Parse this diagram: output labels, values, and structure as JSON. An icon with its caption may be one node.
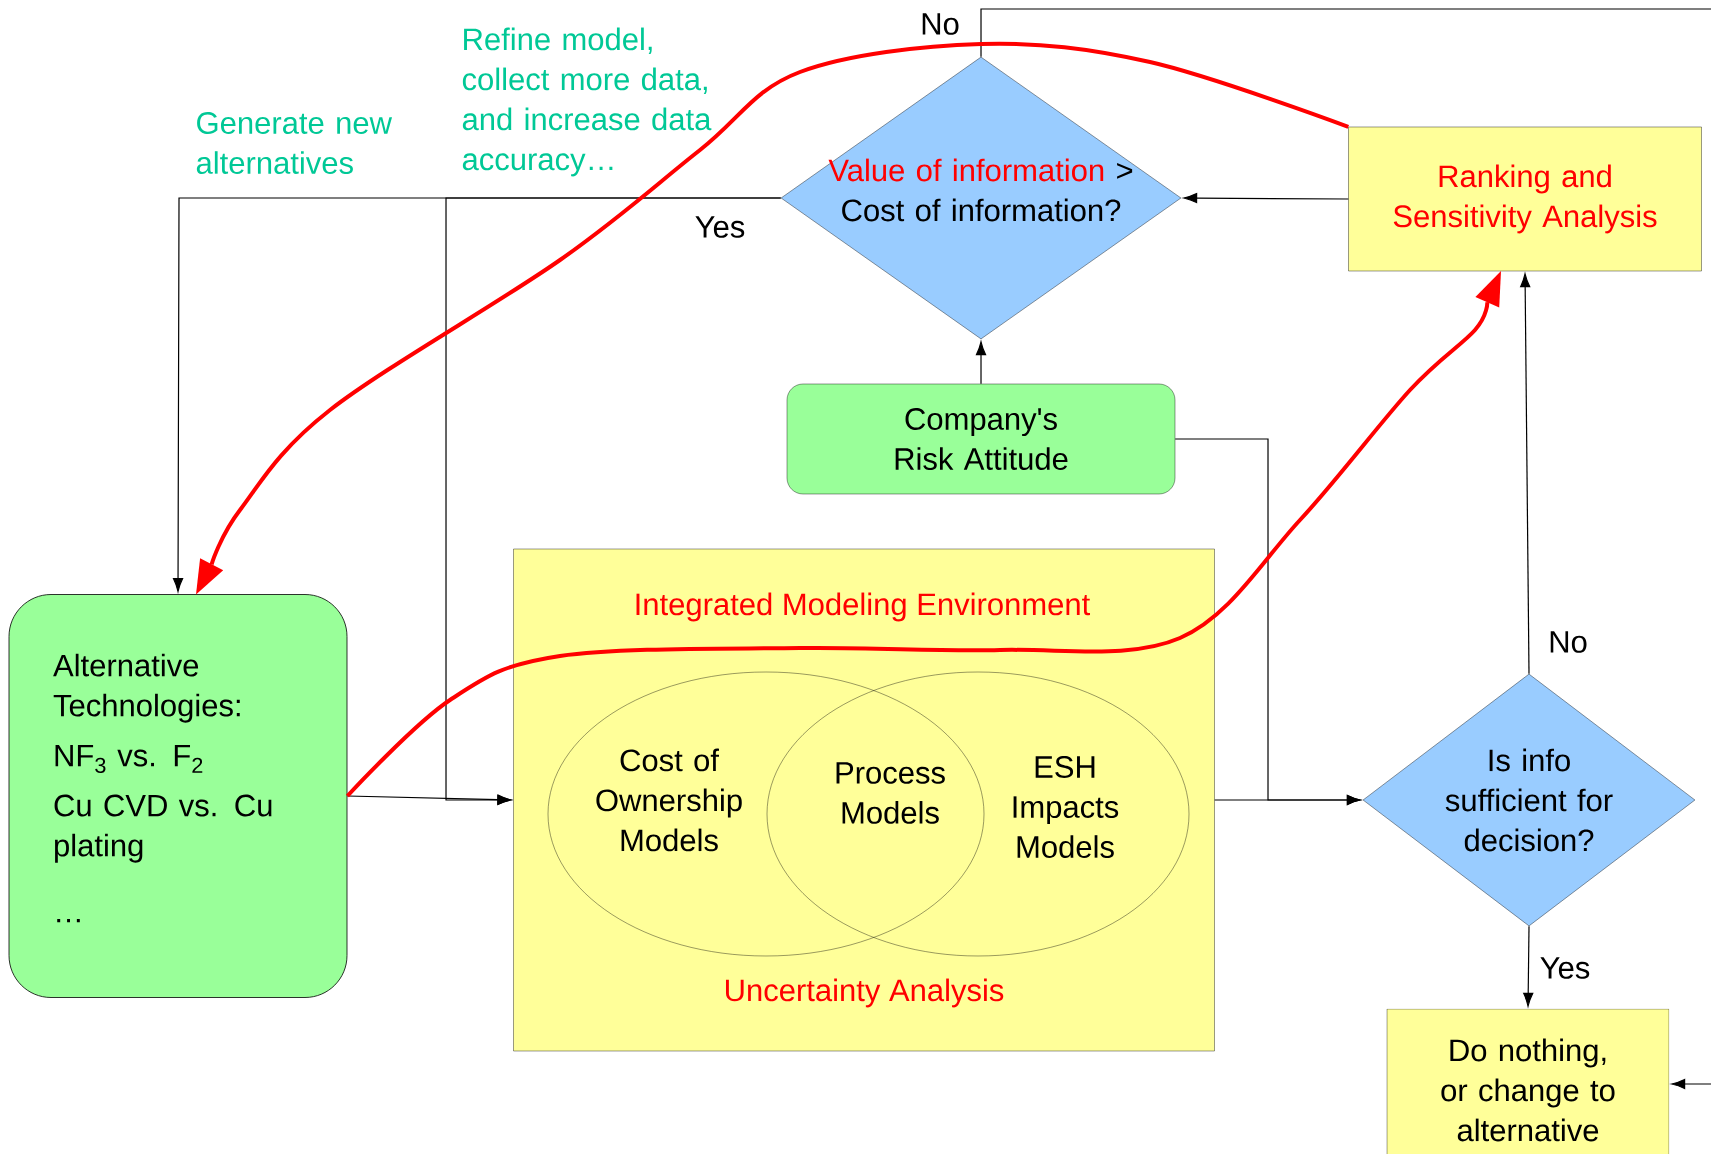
{
  "diagram": {
    "nodes": [
      {
        "text": [
          "Alternative Technologies:",
          "NF$_{3}$ vs. F$_{2}$",
          "Cu CVD vs. Cu plating",
          "…"
        ]
      },
      {
        "text": [
          "Integrated Modeling Environment",
          "Uncertainty Analysis"
        ]
      },
      {
        "text": [
          "Cost of Ownership Models"
        ],
        "in": 1
      },
      {
        "text": [
          "ESH Impacts Models"
        ],
        "in": 1
      },
      {
        "text": [
          "Value of information",
          "> Cost of information?"
        ]
      },
      {
        "text": [
          "Company's Risk Attitude"
        ]
      },
      {
        "text": [
          "Ranking and Sensitivity Analysis"
        ]
      },
      {
        "text": [
          "Is info sufficient for decision?"
        ]
      },
      {
        "text": [
          "Do nothing, or change to alternative"
        ]
      }
    ],
    "edges": [
      {
        "from": 0,
        "to": 1,
        "arrow": "to"
      },
      {
        "from": 4,
        "to": 0,
        "arrow": "to"
      },
      {
        "from": 4,
        "to": 1,
        "arrow": "to"
      },
      {
        "from": 6,
        "to": 4,
        "arrow": "to"
      },
      {
        "from": 5,
        "to": 4,
        "arrow": "to"
      },
      {
        "from": 5,
        "to": 7,
        "arrow": "to"
      },
      {
        "from": 1,
        "to": 7,
        "arrow": "to"
      },
      {
        "from": 7,
        "to": 6,
        "arrow": "to",
        "label": "No"
      },
      {
        "from": 7,
        "to": 8,
        "arrow": "to",
        "label": "Yes"
      },
      {
        "from": 4,
        "to": 8,
        "arrow": "to",
        "label": "No"
      },
      {
        "from": 6,
        "to": 0,
        "arrow": "to",
        "style": "thick",
        "color": "#ff0000"
      },
      {
        "from": 0,
        "to": 6,
        "arrow": "to",
        "style": "thick",
        "color": "#ff0000"
      }
    ],
    "labels": [
      "Generate new alternatives",
      "Refine model, collect more data, and increase data accuracy…",
      "Yes",
      "Process Models"
    ]
  }
}
